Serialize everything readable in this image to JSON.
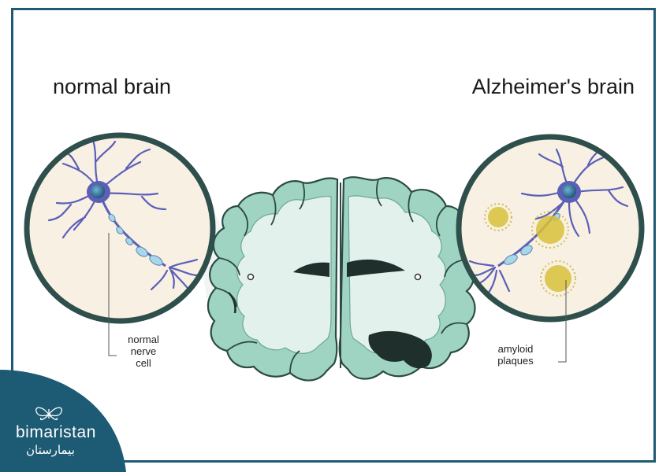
{
  "titles": {
    "left": "normal brain",
    "right": "Alzheimer's brain"
  },
  "labels": {
    "nerve_line1": "normal",
    "nerve_line2": "nerve",
    "nerve_line3": "cell",
    "plaques_line1": "amyloid",
    "plaques_line2": "plaques"
  },
  "logo": {
    "name_en": "bimaristan",
    "name_ar": "بيمارستان",
    "icon": "butterfly-icon"
  },
  "colors": {
    "frame": "#1d5a73",
    "logo_bg": "#1d5a73",
    "brain_fill": "#d9ede6",
    "brain_cortex": "#9fd4c3",
    "brain_outline": "#2c4a44",
    "neuron": "#5b5fb8",
    "neuron_core": "#2f6f8f",
    "axon": "#a8d6ea",
    "circle_bg": "#f8f0e3",
    "plaque": "#d8c13a"
  }
}
